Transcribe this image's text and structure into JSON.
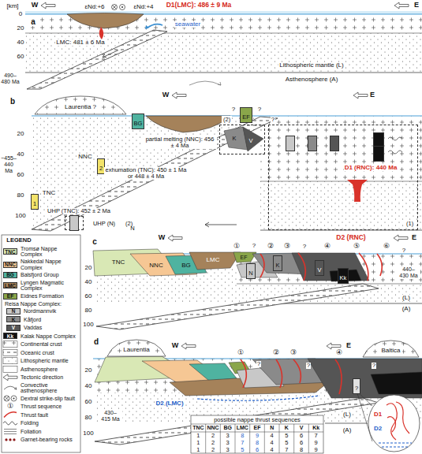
{
  "diagram": {
    "nodes": [
      {
        "text": [
          "Laurentia ?"
        ]
      },
      {
        "text": [
          "BG"
        ]
      },
      {
        "text": [
          "EF"
        ]
      },
      {
        "text": [
          "(2)"
        ]
      },
      {
        "text": [
          "(1)"
        ]
      },
      {
        "text": [
          "N"
        ],
        "in": 4
      },
      {
        "text": [
          "K"
        ],
        "in": 4
      },
      {
        "text": [
          "V"
        ],
        "in": 4
      },
      {
        "text": [
          "Kk"
        ],
        "in": 4
      },
      {
        "text": [
          "Kk"
        ],
        "in": 4
      },
      {
        "text": [
          "2"
        ]
      },
      {
        "text": [
          "1"
        ]
      },
      {
        "text": [
          "(2)"
        ]
      },
      {
        "text": [
          "N"
        ],
        "in": 12
      },
      {
        "text": [
          "N"
        ]
      },
      {
        "text": [
          "K"
        ]
      },
      {
        "text": [
          "V"
        ]
      },
      {
        "text": [
          "Kk"
        ]
      },
      {
        "text": [
          "Laurentia"
        ]
      },
      {
        "text": [
          "Baltica"
        ]
      },
      {
        "text": [
          "?"
        ]
      },
      {
        "text": [
          "D1",
          "D2"
        ]
      }
    ],
    "labels": [
      "a",
      "[km]",
      "0",
      "20",
      "40",
      "60",
      "W",
      "E",
      "D1(LMC): 486 ± 9 Ma",
      "εNd:+6",
      "εNd:+4",
      "seawater",
      "LMC: 481 ± 6 Ma",
      "Lithospheric mantle (L)",
      "Asthenosphere (A)",
      "490– 480 Ma",
      "b",
      "W",
      "E",
      "?",
      "?",
      "?",
      "TNC",
      "NNC",
      "partial melting (NNC): 456 ± 4 Ma",
      "exhumation (TNC): 450 ± 1 Ma or 448 ± 4 Ma",
      "UHP (TNC): 452 ± 2 Ma",
      "UHP (N)",
      "K",
      "V",
      "D1 (RNC): 440 Ma",
      "20",
      "40",
      "60",
      "80",
      "100",
      "~455– 440 Ma",
      "c",
      "W",
      "E",
      "D2 (RNC)",
      "①",
      "②",
      "③",
      "④",
      "⑤",
      "⑥",
      "?",
      "?",
      "?",
      "TNC",
      "NNC",
      "BG",
      "LMC",
      "EF",
      "20",
      "40",
      "60",
      "80",
      "100",
      "(L)",
      "(A)",
      "440– 430 Ma",
      "d",
      "W",
      "E",
      "①",
      "②",
      "③",
      "④",
      "?",
      "?",
      "?",
      "D2 (LMC)",
      "(L)",
      "(A)",
      "430– 415 Ma",
      "20",
      "40",
      "60",
      "80",
      "100",
      "possible nappe thrust sequences",
      "TNC",
      "NNC",
      "BG",
      "LMC",
      "EF",
      "N",
      "K",
      "V",
      "Kk",
      "1",
      "2",
      "3",
      "8",
      "9",
      "4",
      "5",
      "6",
      "7",
      "1",
      "2",
      "3",
      "7",
      "8",
      "4",
      "5",
      "6",
      "9",
      "1",
      "2",
      "3",
      "5",
      "6",
      "4",
      "7",
      "8",
      "9",
      "LEGEND",
      "TNC",
      "NNC",
      "BG",
      "LMC",
      "EF",
      "Reisa Nappe Complex:",
      "N",
      "K",
      "V",
      "Kk",
      "①"
    ],
    "legend": [
      {
        "text": "Tromsø Nappe Complex",
        "color": "#d9e8b5"
      },
      {
        "text": "Nakkedal Nappe Complex",
        "color": "#f6c794"
      },
      {
        "text": "Balsfjord Group",
        "color": "#4fb3a0"
      },
      {
        "text": "Lyngen Magmatic Complex",
        "color": "#a5825a"
      },
      {
        "text": "Eidnes Formation",
        "color": "#8aa64a"
      },
      {
        "text": "Nordmannvik",
        "color": "#c8c8c8"
      },
      {
        "text": "Kåfjord",
        "color": "#8a8a8a"
      },
      {
        "text": "Vaddas",
        "color": "#555555"
      },
      {
        "text": "Kalak Nappe Complex",
        "color": "#111111"
      },
      {
        "text": "Continental crust"
      },
      {
        "text": "Oceanic crust"
      },
      {
        "text": "Lithospheric mantle"
      },
      {
        "text": "Asthenosphere"
      },
      {
        "text": "Tectonic direction"
      },
      {
        "text": "Convective asthenosphere"
      },
      {
        "text": "Dextral strike-slip fault"
      },
      {
        "text": "Thrust sequence"
      },
      {
        "text": "Thrust fault"
      },
      {
        "text": "Folding"
      },
      {
        "text": "Foliation"
      },
      {
        "text": "Garnet-bearing rocks"
      }
    ]
  }
}
